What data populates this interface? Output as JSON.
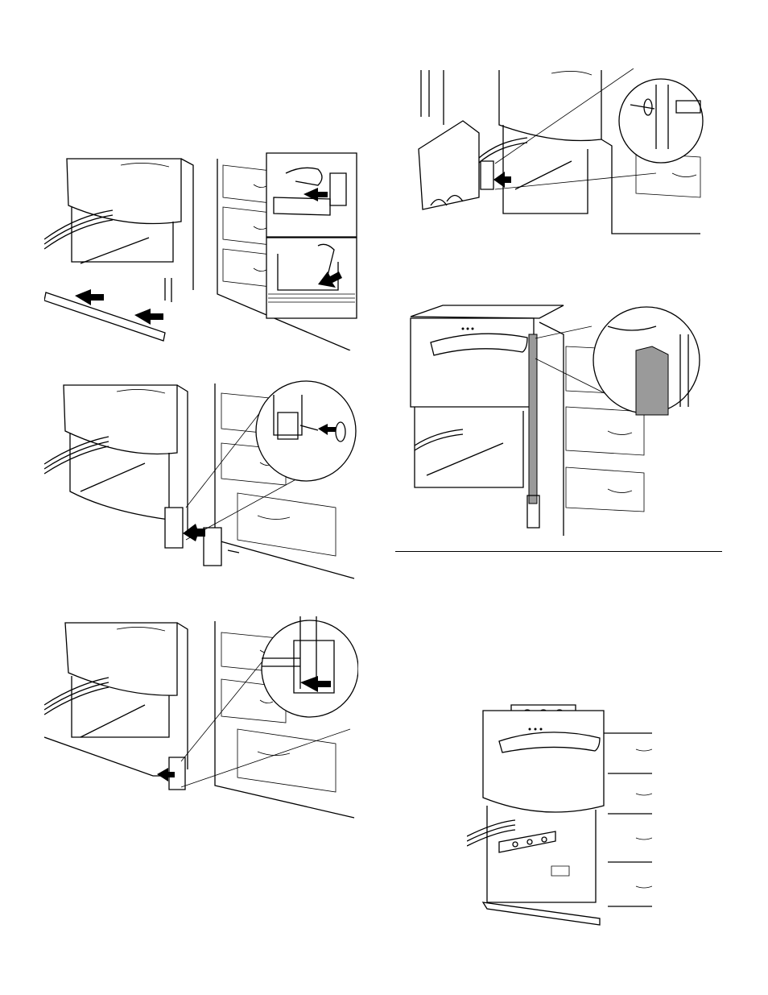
{
  "page": {
    "background": "#ffffff",
    "line_color": "#000000",
    "shade_color": "#9a9a9a"
  },
  "figures": [
    {
      "id": "toe-kick-install",
      "icon": "arrow-push-icon"
    },
    {
      "id": "bracket-screw-install",
      "icon": "screw-rotate-icon"
    },
    {
      "id": "bracket-slide-install",
      "icon": "arrow-push-icon"
    },
    {
      "id": "side-bracket-screw",
      "icon": "screw-rotate-icon"
    },
    {
      "id": "side-trim-detail",
      "icon": "magnify-detail-icon"
    },
    {
      "id": "level-check",
      "icon": "level-tool-icon"
    }
  ]
}
